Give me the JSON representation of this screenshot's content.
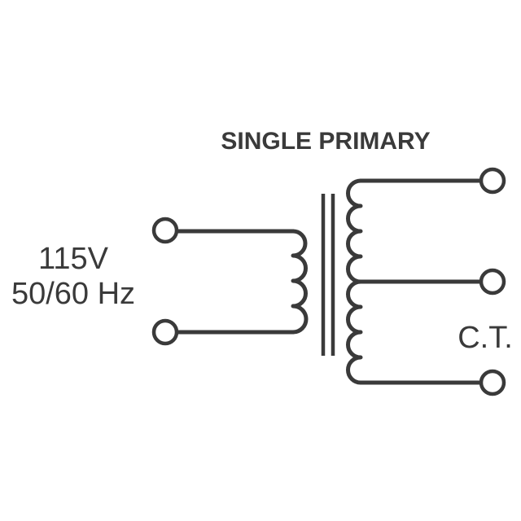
{
  "title": "SINGLE PRIMARY",
  "primary": {
    "voltage_label": "115V",
    "frequency_label": "50/60 Hz"
  },
  "secondary": {
    "tap_label": "C.T."
  }
}
